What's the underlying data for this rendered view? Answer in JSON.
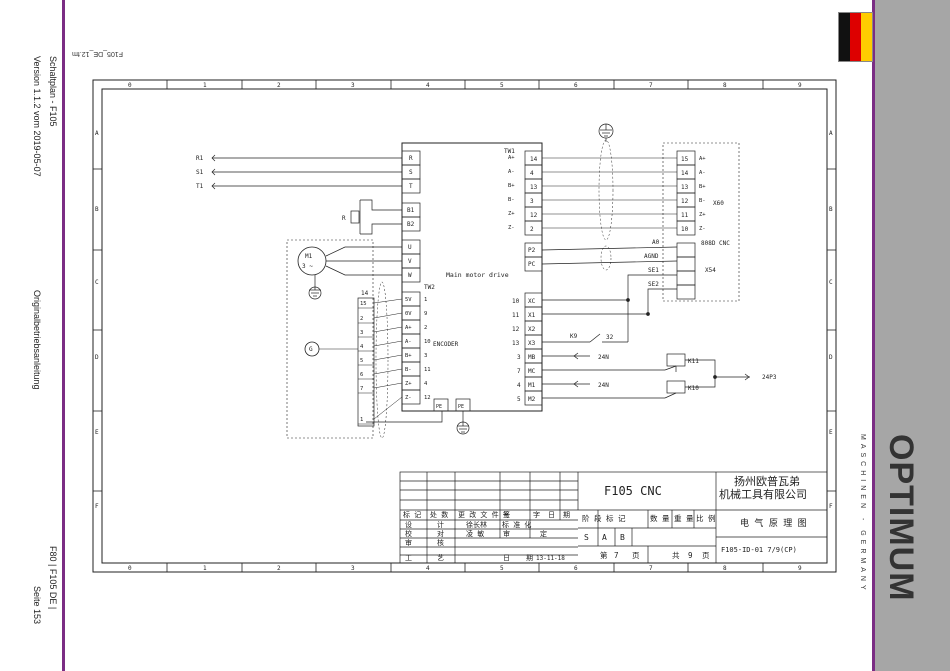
{
  "doc": {
    "file_ref": "F105_DE_12.fm",
    "left_margin": {
      "line1": "Schaltplan - F105",
      "line2": "Version 1.1.2 vom 2019-05-07",
      "line3": "Originalbetriebsanleitung",
      "line4": "F80 | F105   DE |",
      "line5": "Seite 153"
    },
    "brand": {
      "name": "OPTIMUM",
      "tagline": "MASCHINEN - GERMANY"
    },
    "flag_colors": [
      "#111111",
      "#dd0000",
      "#ffcc00"
    ],
    "accent_color": "#7b2d84"
  },
  "frame": {
    "columns": [
      "0",
      "1",
      "2",
      "3",
      "4",
      "5",
      "6",
      "7",
      "8",
      "9"
    ],
    "rows": [
      "A",
      "B",
      "C",
      "D",
      "E",
      "F"
    ]
  },
  "schematic": {
    "inputs": [
      "R1",
      "S1",
      "T1"
    ],
    "resistor": "R",
    "motor": {
      "id": "M1",
      "sub": "3 ~"
    },
    "encoder": "G",
    "tw1_label": "TW1",
    "tw2_label": "TW2",
    "drive_label": "Main motor drive",
    "encoder_label": "ENCODER",
    "power_terms": [
      "R",
      "S",
      "T"
    ],
    "brake_terms": [
      "B1",
      "B2"
    ],
    "motor_terms": [
      "U",
      "V",
      "W"
    ],
    "enc_inner": [
      "5V",
      "0V",
      "A+",
      "A-",
      "B+",
      "B-",
      "Z+",
      "Z-"
    ],
    "enc_pins": [
      "1",
      "9",
      "2",
      "10",
      "3",
      "11",
      "4",
      "12"
    ],
    "enc_left": [
      "14",
      "15",
      "2",
      "3",
      "4",
      "5",
      "6",
      "7",
      "1"
    ],
    "pe": [
      "PE",
      "PE"
    ],
    "tw1_signals": [
      "A+",
      "A-",
      "B+",
      "B-",
      "Z+",
      "Z-"
    ],
    "tw1_pins": [
      "14",
      "4",
      "13",
      "3",
      "12",
      "2"
    ],
    "x60_pins": [
      "15",
      "14",
      "13",
      "12",
      "11",
      "10"
    ],
    "x60_signals": [
      "A+",
      "A-",
      "B+",
      "B-",
      "Z+",
      "Z-"
    ],
    "x60_label": "X60",
    "cnc_label": "808D CNC",
    "x54_label": "X54",
    "x54_signals": [
      "A0",
      "AGND",
      "SE1",
      "SE2"
    ],
    "p_terms": [
      "P2",
      "PC"
    ],
    "x_pins": [
      "10",
      "11",
      "12",
      "13"
    ],
    "x_terms": [
      "XC",
      "X1",
      "X2",
      "X3"
    ],
    "m_pins": [
      "3",
      "7",
      "4",
      "5"
    ],
    "m_terms": [
      "MB",
      "MC",
      "M1",
      "M2"
    ],
    "k9_label": "K9",
    "n32": "32",
    "v24": "24N",
    "v24b": "24N",
    "k11": "K11",
    "k10": "K10",
    "p24": "24P3"
  },
  "title_block": {
    "title": "F105 CNC",
    "company_line1": "扬州欧普瓦弟",
    "company_line2": "机械工具有限公司",
    "hdr_labels": [
      "标 记",
      "处 数",
      "更 改 文 件 号",
      "签",
      "字",
      "日",
      "期"
    ],
    "row_design": [
      "设",
      "计",
      "徐长林",
      "标 准 化"
    ],
    "row_check": [
      "校",
      "对",
      "凌 敏",
      "审",
      "定"
    ],
    "row_review": [
      "审",
      "核"
    ],
    "row_craft": [
      "工",
      "艺",
      "日",
      "期",
      "13-11-18"
    ],
    "hdr2": [
      "阶 段 标 记",
      "数 量",
      "重 量",
      "比 例"
    ],
    "stage": [
      "S",
      "A",
      "B"
    ],
    "drawing_name": "电 气 原 理 图",
    "sheet": [
      "第",
      "7",
      "页",
      "共",
      "9",
      "页"
    ],
    "doc_number": "F105-ID-01 7/9(CP)"
  }
}
